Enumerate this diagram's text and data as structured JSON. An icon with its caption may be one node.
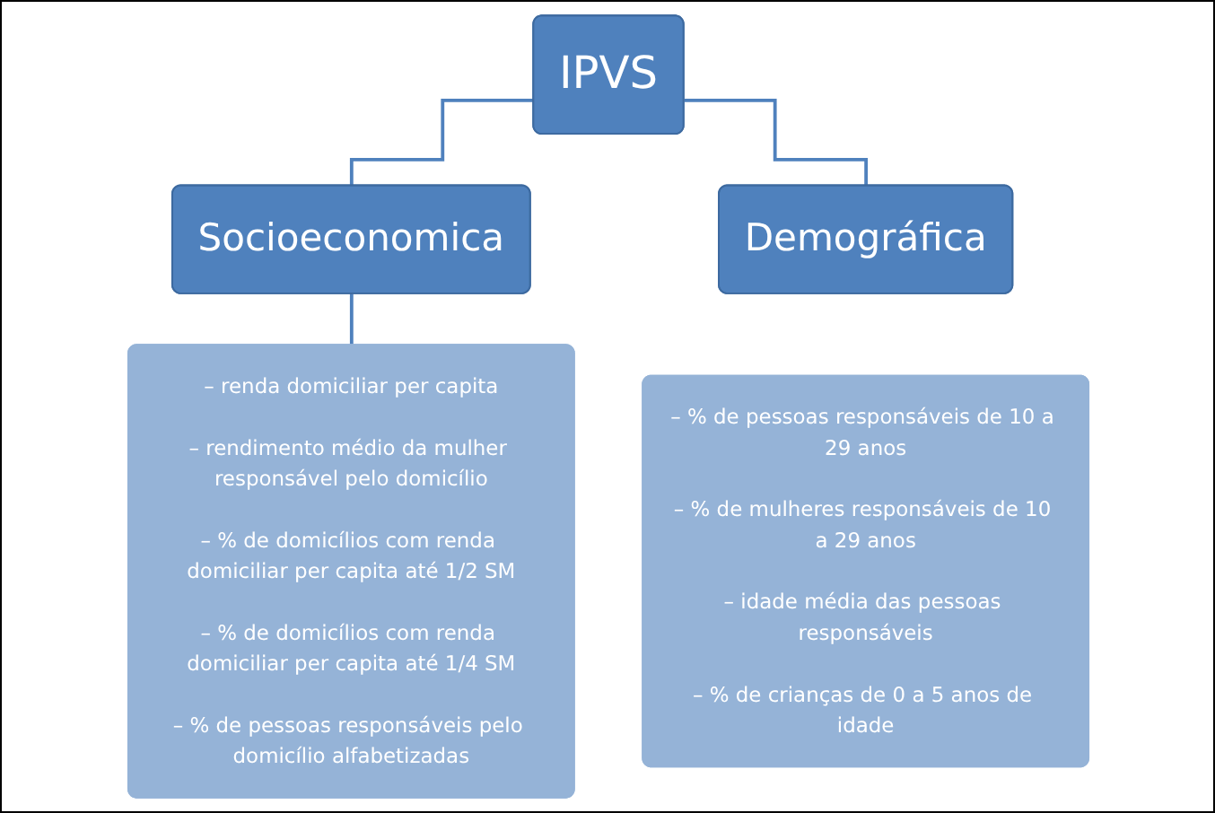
{
  "diagram": {
    "nodes": [
      {
        "text": [
          "IPVS"
        ]
      },
      {
        "text": [
          "Socioeconomica"
        ]
      },
      {
        "text": [
          "Demográfica"
        ]
      },
      {
        "text": [
          "– renda domiciliar per capita",
          "– rendimento médio da mulher responsável pelo domicílio",
          "– % de domicílios com renda domiciliar per capita até 1/2 SM",
          "– % de domicílios com renda domiciliar per capita até 1/4 SM",
          "– % de pessoas responsáveis pelo domicílio alfabetizadas"
        ]
      },
      {
        "text": [
          "– % de pessoas responsáveis de 10 a 29 anos",
          "– % de mulheres responsáveis de 10 a 29 anos",
          "– idade média das pessoas responsáveis",
          "– % de crianças de 0 a 5 anos de idade"
        ]
      }
    ],
    "edges": [
      {
        "from": 0,
        "to": 1,
        "arrow": "none"
      },
      {
        "from": 0,
        "to": 2,
        "arrow": "none"
      },
      {
        "from": 1,
        "to": 3,
        "arrow": "none"
      }
    ]
  }
}
